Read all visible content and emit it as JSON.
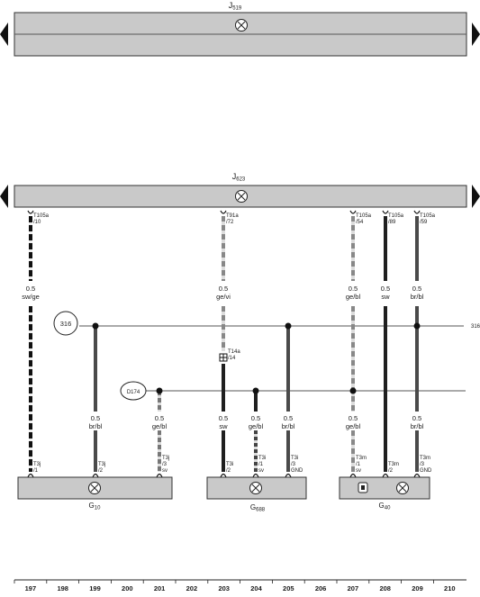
{
  "controllers": {
    "top": {
      "name": "J",
      "sub": "519"
    },
    "bottom": {
      "name": "J",
      "sub": "623"
    }
  },
  "connectors": {
    "c197_top": {
      "name": "T105a",
      "pin": "/10"
    },
    "c203_top": {
      "name": "T91a",
      "pin": "/72"
    },
    "c207_top": {
      "name": "T105a",
      "pin": "/54"
    },
    "c208_top": {
      "name": "T105a",
      "pin": "/89"
    },
    "c209_top": {
      "name": "T105a",
      "pin": "/59"
    },
    "c203_mid": {
      "name": "T14a",
      "pin": "/14"
    },
    "c197_bot": {
      "name": "T3j",
      "pin": "/1"
    },
    "c199_bot": {
      "name": "T3j",
      "pin": "/2"
    },
    "c201_bot": {
      "name": "T3j",
      "pin": "/3",
      "pin2": "sv"
    },
    "c203_bot": {
      "name": "T3i",
      "pin": "/2"
    },
    "c204_bot": {
      "name": "T3i",
      "pin": "/1",
      "pin2": "sv"
    },
    "c205_bot": {
      "name": "T3i",
      "pin": "/3",
      "pin2": "GND"
    },
    "c207_bot": {
      "name": "T3m",
      "pin": "/1",
      "pin2": "sv"
    },
    "c208_bot": {
      "name": "T3m",
      "pin": "/2"
    },
    "c209_bot": {
      "name": "T3m",
      "pin": "/3",
      "pin2": "GND"
    }
  },
  "wire_labels": {
    "w197_top": {
      "gauge": "0.5",
      "color": "sw/ge"
    },
    "w203_top": {
      "gauge": "0.5",
      "color": "ge/vi"
    },
    "w207_top": {
      "gauge": "0.5",
      "color": "ge/bl"
    },
    "w208_top": {
      "gauge": "0.5",
      "color": "sw"
    },
    "w209_top": {
      "gauge": "0.5",
      "color": "br/bl"
    },
    "w199_bot": {
      "gauge": "0.5",
      "color": "br/bl"
    },
    "w201_bot": {
      "gauge": "0.5",
      "color": "ge/bl"
    },
    "w203_bot": {
      "gauge": "0.5",
      "color": "sw"
    },
    "w204_bot": {
      "gauge": "0.5",
      "color": "ge/bl"
    },
    "w205_bot": {
      "gauge": "0.5",
      "color": "br/bl"
    },
    "w207_bot": {
      "gauge": "0.5",
      "color": "ge/bl"
    },
    "w209_bot": {
      "gauge": "0.5",
      "color": "br/bl"
    }
  },
  "ground_points": {
    "g316": {
      "label": "316",
      "right_ref": "316"
    },
    "d174": {
      "label": "D174"
    }
  },
  "components": {
    "g10": {
      "name": "G",
      "sub": "10"
    },
    "g688": {
      "name": "G",
      "sub": "688"
    },
    "g40": {
      "name": "G",
      "sub": "40"
    }
  },
  "columns": [
    "197",
    "198",
    "199",
    "200",
    "201",
    "202",
    "203",
    "204",
    "205",
    "206",
    "207",
    "208",
    "209",
    "210"
  ],
  "icons": [
    "arrow-left-icon",
    "arrow-right-icon",
    "ground-symbol-icon",
    "connector-plug-icon",
    "hall-sensor-icon"
  ],
  "colors": {
    "module_fill": "#c9c9c9",
    "wire_dark": "#1f1f1f"
  }
}
